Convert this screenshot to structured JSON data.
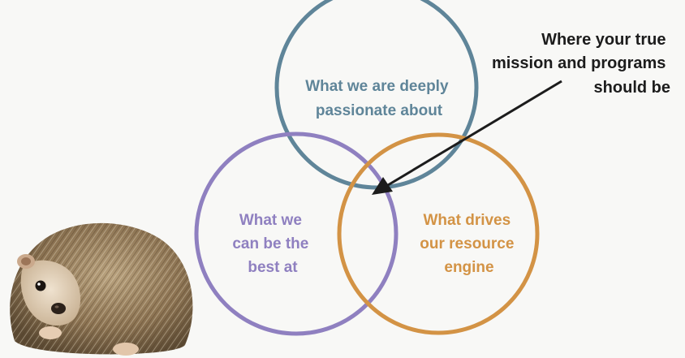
{
  "circles": [
    {
      "id": "passion",
      "lines": [
        "What we are deeply",
        "passionate about"
      ],
      "color": "#5f8599"
    },
    {
      "id": "best",
      "lines": [
        "What we",
        "can be the",
        "best at"
      ],
      "color": "#8f80c0"
    },
    {
      "id": "resource",
      "lines": [
        "What drives",
        "our resource",
        "engine"
      ],
      "color": "#d39345"
    }
  ],
  "callout": {
    "lines": [
      "Where your true",
      "mission and programs",
      "should be"
    ],
    "color": "#1c1c1c"
  },
  "illustration": {
    "subject": "hedgehog"
  }
}
